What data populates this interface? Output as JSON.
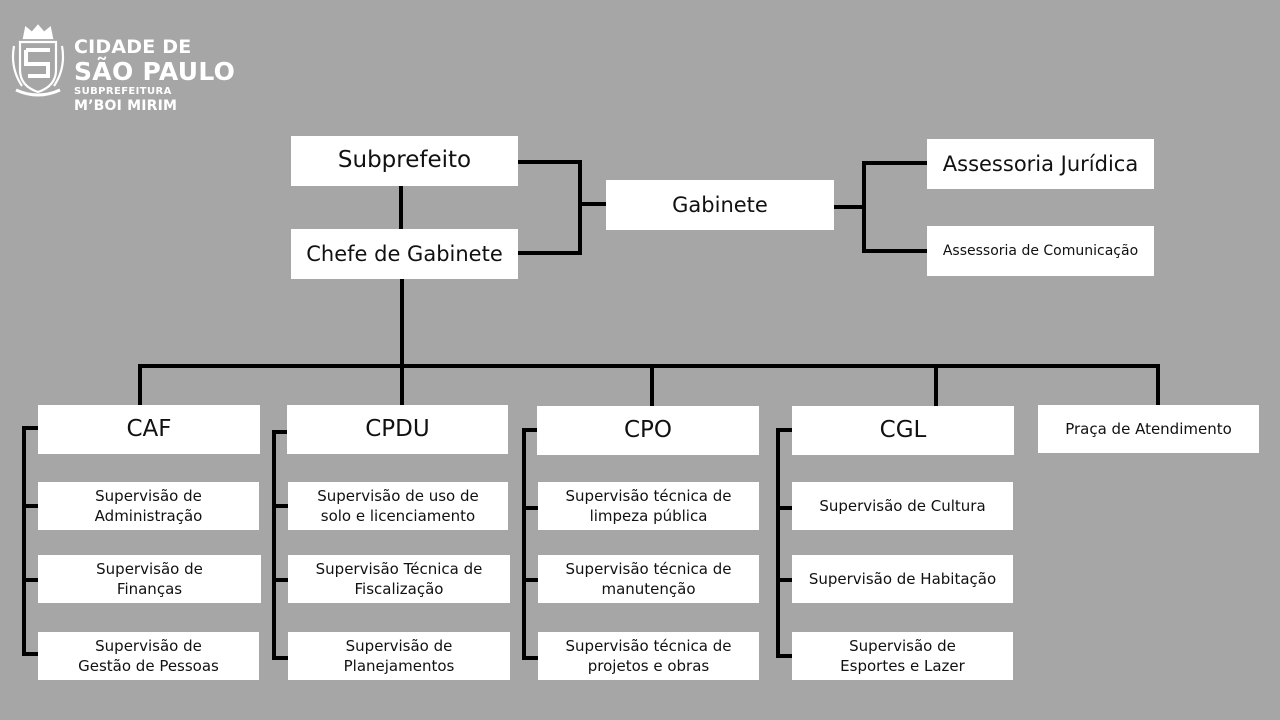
{
  "logo": {
    "line1": "CIDADE DE",
    "line2": "SÃO PAULO",
    "line3": "SUBPREFEITURA",
    "line4": "M’BOI MIRIM",
    "emblem_icon": "sao-paulo-coat-of-arms-icon"
  },
  "colors": {
    "background": "#a6a6a6",
    "box": "#ffffff",
    "line": "#000000",
    "logo_text": "#ffffff"
  },
  "top": {
    "subprefeito": "Subprefeito",
    "chefe": "Chefe de Gabinete",
    "gabinete": "Gabinete",
    "assessoria_juridica": "Assessoria Jurídica",
    "assessoria_comunicacao": "Assessoria de Comunicação"
  },
  "departments": [
    {
      "title": "CAF",
      "supervisions": [
        [
          "Supervisão de",
          "Administração"
        ],
        [
          "Supervisão de",
          "Finanças"
        ],
        [
          "Supervisão de",
          "Gestão de Pessoas"
        ]
      ]
    },
    {
      "title": "CPDU",
      "supervisions": [
        [
          "Supervisão de uso de",
          "solo e licenciamento"
        ],
        [
          "Supervisão Técnica de",
          "Fiscalização"
        ],
        [
          "Supervisão de",
          "Planejamentos"
        ]
      ]
    },
    {
      "title": "CPO",
      "supervisions": [
        [
          "Supervisão técnica de",
          "limpeza pública"
        ],
        [
          "Supervisão técnica de",
          "manutenção"
        ],
        [
          "Supervisão técnica de",
          "projetos e obras"
        ]
      ]
    },
    {
      "title": "CGL",
      "supervisions": [
        [
          "Supervisão de Cultura"
        ],
        [
          "Supervisão de Habitação"
        ],
        [
          "Supervisão de",
          "Esportes e Lazer"
        ]
      ]
    }
  ],
  "praca": "Praça de Atendimento"
}
